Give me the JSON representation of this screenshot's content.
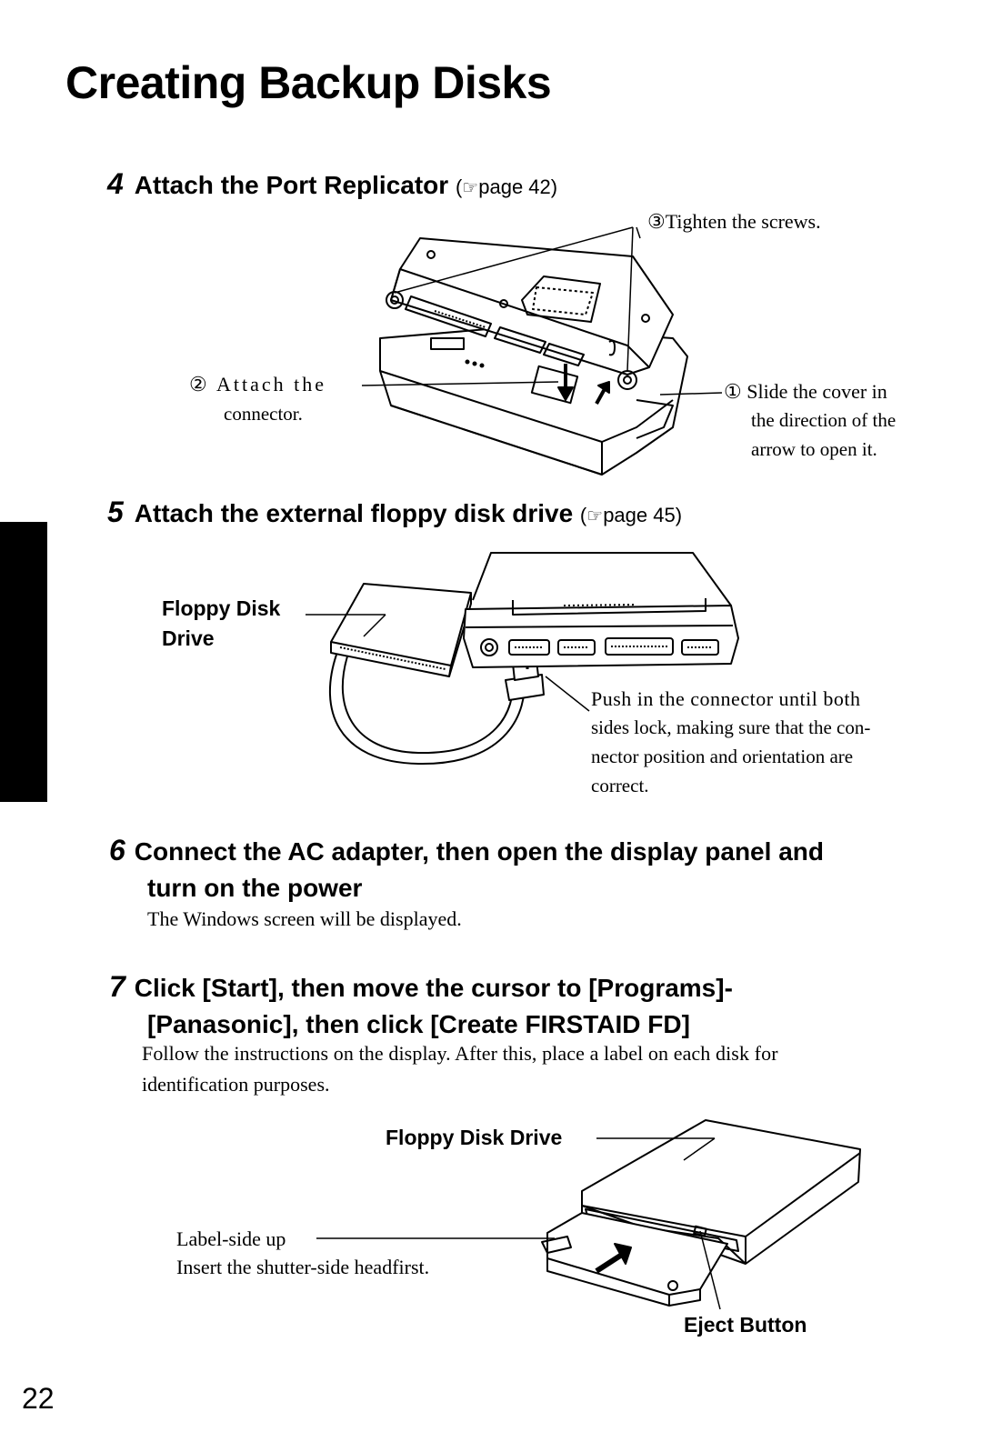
{
  "page": {
    "title": "Creating Backup Disks",
    "page_number": "22"
  },
  "step4": {
    "number": "4",
    "heading": "Attach the Port Replicator",
    "ref_open": "(",
    "ref_icon": "☞",
    "ref_text": "page 42)",
    "callout_1": "① Slide the cover in the direction of the arrow to open it.",
    "callout_1_lines": [
      "① Slide the cover in",
      "the direction of the",
      "arrow to open it."
    ],
    "callout_2_lines": [
      "② Attach the",
      "connector."
    ],
    "callout_3": "③Tighten the screws."
  },
  "step5": {
    "number": "5",
    "heading": "Attach the external floppy disk drive",
    "ref_open": "(",
    "ref_icon": "☞",
    "ref_text": "page 45)",
    "fdd_label_lines": [
      "Floppy Disk",
      "Drive"
    ],
    "push_note_lines": [
      "Push in the connector until both",
      "sides lock, making sure that the con-",
      "nector position and orientation are",
      "correct."
    ]
  },
  "step6": {
    "number": "6",
    "heading_line1": "Connect the AC adapter, then open the display panel and",
    "heading_line2": "turn on the power",
    "body": "The Windows screen will be displayed."
  },
  "step7": {
    "number": "7",
    "heading_line1": "Click [Start], then move the cursor to [Programs]-",
    "heading_line2": "[Panasonic], then click [Create FIRSTAID FD]",
    "body_line1": "Follow the instructions on the display.  After this, place a label on each disk for",
    "body_line2": "identification purposes.",
    "fdd_label": "Floppy Disk Drive",
    "label_side": "Label-side up",
    "insert_note": "Insert the shutter-side headfirst.",
    "eject_label": "Eject Button"
  },
  "colors": {
    "text": "#000000",
    "background": "#ffffff",
    "tab": "#000000"
  }
}
